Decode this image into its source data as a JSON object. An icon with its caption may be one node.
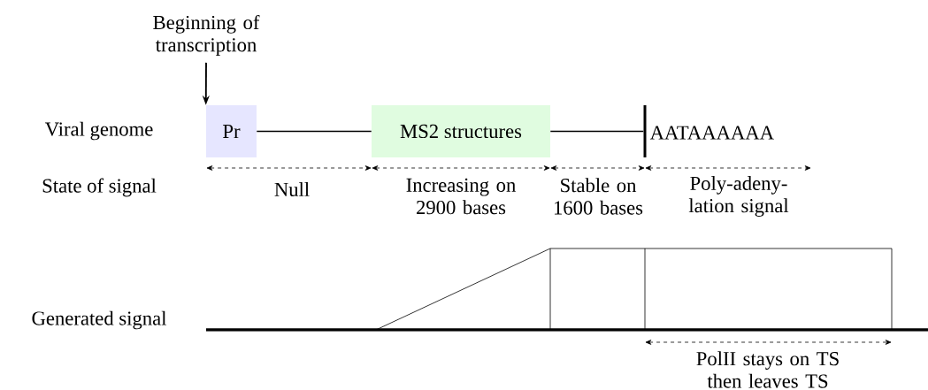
{
  "diagram": {
    "nodes": [
      {
        "text": [
          "Beginning of transcription"
        ]
      },
      {
        "text": [
          "Pr"
        ]
      },
      {
        "text": [
          "MS2 structures"
        ]
      },
      {
        "text": [],
        "shape": "bar"
      },
      {
        "text": [
          "AATAAAAAA"
        ]
      }
    ],
    "edges": [
      {
        "from": 0,
        "to": 1,
        "arrow": "to"
      },
      {
        "from": 1,
        "to": 2,
        "arrow": "none"
      },
      {
        "from": 2,
        "to": 3,
        "arrow": "none"
      }
    ],
    "labels": [
      "Viral genome",
      "State of signal",
      "Null",
      "Increasing on 2900 bases",
      "Stable on 1600 bases",
      "Poly-adeny-lation signal",
      "Generated signal",
      "PolII stays on TS then leaves TS"
    ]
  }
}
